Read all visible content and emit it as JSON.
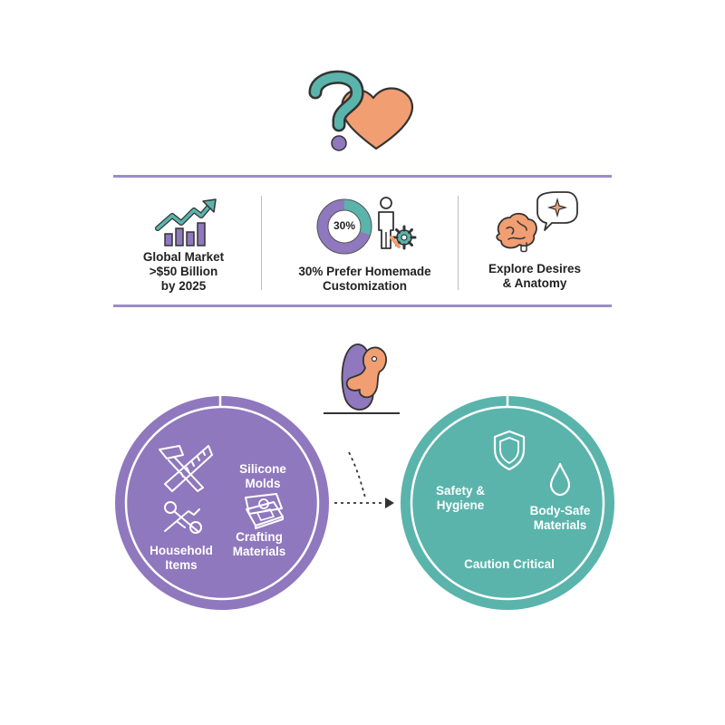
{
  "header": {
    "top_icon": "question-heart-icon"
  },
  "stats": [
    {
      "icon": "growth-chart-icon",
      "label": "Global Market\n>$50 Billion\nby 2025"
    },
    {
      "icon": "donut-person-gear-icon",
      "donut_value": "30%",
      "donut_fraction": 0.3,
      "label": "30% Prefer Homemade\nCustomization"
    },
    {
      "icon": "brain-sparkle-icon",
      "label": "Explore Desires\n& Anatomy"
    }
  ],
  "middle": {
    "icon": "figure-icon"
  },
  "circles": {
    "left": {
      "color": "#8f78bd",
      "items": [
        {
          "icon": "hammer-saw-icon",
          "label": ""
        },
        {
          "icon": "silicone-mold-icon",
          "label": "Silicone\nMolds"
        },
        {
          "icon": "household-tools-icon",
          "label": "Household\nItems"
        },
        {
          "icon": "crafting-book-icon",
          "label": "Crafting\nMaterials"
        }
      ]
    },
    "right": {
      "color": "#5ab4ac",
      "items": [
        {
          "icon": "shield-icon",
          "label": "Safety &\nHygiene"
        },
        {
          "icon": "droplet-icon",
          "label": "Body-Safe\nMaterials"
        },
        {
          "icon": "",
          "label": "Caution Critical"
        }
      ]
    }
  },
  "colors": {
    "purple": "#8f78bd",
    "teal": "#5ab4ac",
    "orange": "#f09e72",
    "rule": "#9b8cc9",
    "text": "#222222"
  }
}
